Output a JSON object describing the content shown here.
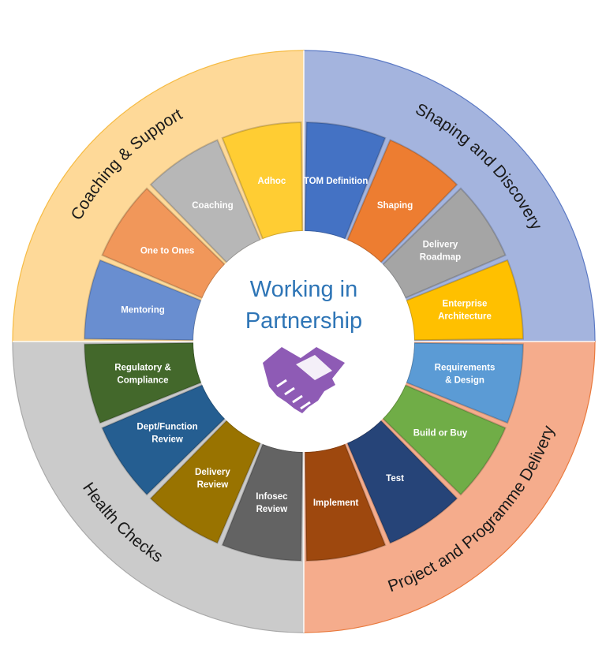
{
  "center": {
    "title_line1": "Working in",
    "title_line2": "Partnership",
    "icon": "handshake-icon",
    "icon_color": "#8e5bb5"
  },
  "quadrants": [
    {
      "label": "Shaping and Discovery",
      "color": "#a4b4de",
      "stroke": "#5b79c4"
    },
    {
      "label": "Project and Programme Delivery",
      "color": "#f5ac8c",
      "stroke": "#e9793d"
    },
    {
      "label": "Health Checks",
      "color": "#cbcbcb",
      "stroke": "#a9a9a9"
    },
    {
      "label": "Coaching & Support",
      "color": "#fed998",
      "stroke": "#f6bb43"
    }
  ],
  "segments": [
    {
      "lines": [
        "TOM Definition"
      ],
      "color": "#4472c4"
    },
    {
      "lines": [
        "Shaping"
      ],
      "color": "#ed7d31"
    },
    {
      "lines": [
        "Delivery",
        "Roadmap"
      ],
      "color": "#a5a5a5"
    },
    {
      "lines": [
        "Enterprise",
        "Architecture"
      ],
      "color": "#ffc000"
    },
    {
      "lines": [
        "Requirements",
        "& Design"
      ],
      "color": "#5b9bd5"
    },
    {
      "lines": [
        "Build or Buy"
      ],
      "color": "#70ad47"
    },
    {
      "lines": [
        "Test"
      ],
      "color": "#264478"
    },
    {
      "lines": [
        "Implement"
      ],
      "color": "#9e480e"
    },
    {
      "lines": [
        "Infosec",
        "Review"
      ],
      "color": "#636363"
    },
    {
      "lines": [
        "Delivery",
        "Review"
      ],
      "color": "#997300"
    },
    {
      "lines": [
        "Dept/Function",
        "Review"
      ],
      "color": "#255e91"
    },
    {
      "lines": [
        "Regulatory &",
        "Compliance"
      ],
      "color": "#43682b"
    },
    {
      "lines": [
        "Mentoring"
      ],
      "color": "#698ed0"
    },
    {
      "lines": [
        "One to Ones"
      ],
      "color": "#f1975a"
    },
    {
      "lines": [
        "Coaching"
      ],
      "color": "#b7b7b7"
    },
    {
      "lines": [
        "Adhoc"
      ],
      "color": "#ffcd33"
    }
  ]
}
